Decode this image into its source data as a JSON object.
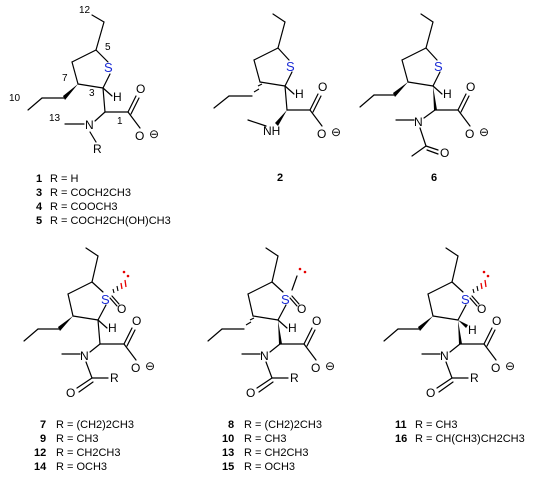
{
  "atoms": {
    "S": "S",
    "H": "H",
    "N": "N",
    "NH": "NH",
    "O": "O",
    "R": "R",
    "minus": "⊖"
  },
  "atom_numbers": [
    "12",
    "5",
    "7",
    "3",
    "10",
    "13",
    "1"
  ],
  "compound_labels_top": [
    {
      "num": "1",
      "text": "R = H"
    },
    {
      "num": "3",
      "text": "R = COCH2CH3"
    },
    {
      "num": "4",
      "text": "R = COOCH3"
    },
    {
      "num": "5",
      "text": "R = COCH2CH(OH)CH3"
    }
  ],
  "compound_2": "2",
  "compound_6": "6",
  "compound_labels_col1": [
    {
      "num": "7",
      "text": "R = (CH2)2CH3"
    },
    {
      "num": "9",
      "text": "R = CH3"
    },
    {
      "num": "12",
      "text": "R = CH2CH3"
    },
    {
      "num": "14",
      "text": "R = OCH3"
    }
  ],
  "compound_labels_col2": [
    {
      "num": "8",
      "text": "R = (CH2)2CH3"
    },
    {
      "num": "10",
      "text": "R = CH3"
    },
    {
      "num": "13",
      "text": "R = CH2CH3"
    },
    {
      "num": "15",
      "text": "R = OCH3"
    }
  ],
  "compound_labels_col3": [
    {
      "num": "11",
      "text": "R = CH3"
    },
    {
      "num": "16",
      "text": "R = CH(CH3)CH2CH3"
    }
  ],
  "colors": {
    "sulfur": "#1a2bd6",
    "lone_pair": "#e60000"
  }
}
